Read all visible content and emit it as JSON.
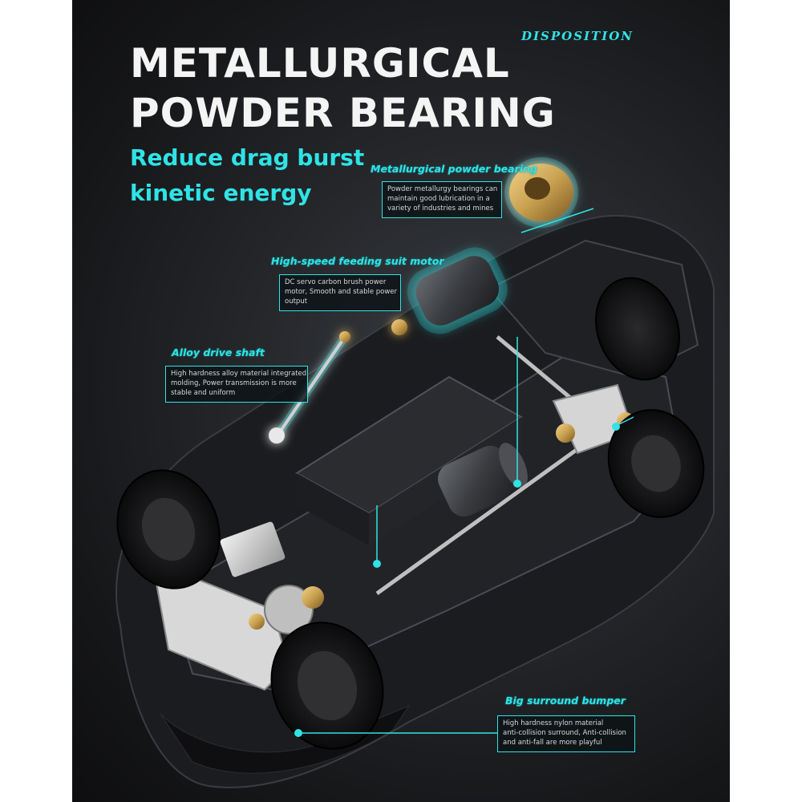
{
  "header": {
    "title_line_1": "METALLURGICAL",
    "title_line_2": "POWDER BEARING",
    "subtitle_line_1": "Reduce drag burst",
    "subtitle_line_2": "kinetic energy",
    "corner_tag": "DISPOSITION"
  },
  "callouts": {
    "bearing": {
      "title": "Metallurgical powder bearing",
      "lines": [
        "Powder metallurgy bearings can",
        "maintain good lubrication in a",
        "variety of industries and mines"
      ]
    },
    "motor": {
      "title": "High-speed feeding suit motor",
      "lines": [
        "DC servo carbon brush power",
        "motor, Smooth and stable power",
        "output"
      ]
    },
    "shaft": {
      "title": "Alloy drive shaft",
      "lines": [
        "High hardness alloy material integrated",
        "molding, Power transmission is more",
        "stable and uniform"
      ]
    },
    "bumper": {
      "title": "Big surround bumper",
      "lines": [
        "High hardness nylon material",
        "anti-collision surround, Anti-collision",
        "and anti-fall are more playful"
      ]
    }
  },
  "colors": {
    "accent": "#2fe3e6",
    "title_text": "#f4f4f4",
    "background": "#1c1d20",
    "bearing_brass": "#c9a050"
  }
}
